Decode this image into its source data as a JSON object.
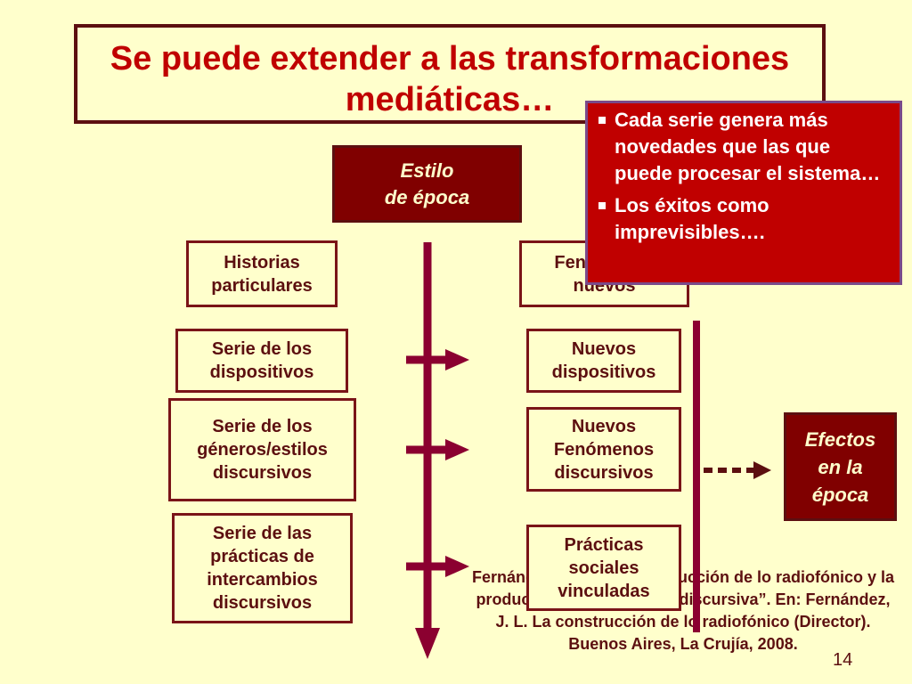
{
  "title": "Se puede extender a las transformaciones mediáticas…",
  "estilo_box": {
    "line1": "Estilo",
    "line2": "de época"
  },
  "left_boxes": [
    {
      "text": "Historias particulares"
    },
    {
      "text": "Serie de los dispositivos"
    },
    {
      "text": "Serie de los géneros/estilos discursivos"
    },
    {
      "text": "Serie de las prácticas de intercambios discursivos"
    }
  ],
  "right_boxes": [
    {
      "text": "Fenómenos nuevos"
    },
    {
      "text": "Nuevos dispositivos"
    },
    {
      "text": "Nuevos Fenómenos discursivos"
    },
    {
      "text": "Prácticas sociales vinculadas"
    }
  ],
  "efectos_box": "Efectos en la época",
  "callout": {
    "items": [
      "Cada serie genera más novedades que las que puede procesar el sistema…",
      "Los éxitos como imprevisibles…."
    ]
  },
  "reference": "Fernández, J. L. “La construcción de lo radiofónico y la producción de la novedad discursiva”. En: Fernández, J. L. La construcción de lo radiofónico (Director). Buenos Aires, La Crujía, 2008.",
  "page_number": "14",
  "colors": {
    "background": "#FFFFCC",
    "dark_red": "#800000",
    "bright_red": "#C00000",
    "border": "#7A1417"
  }
}
